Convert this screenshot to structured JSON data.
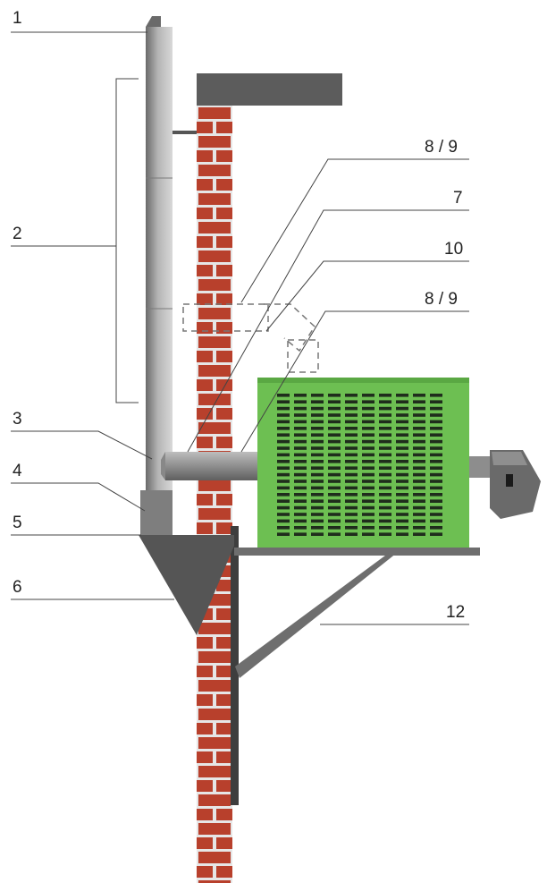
{
  "labels": {
    "l1": "1",
    "l2": "2",
    "l3": "3",
    "l4": "4",
    "l5": "5",
    "l6": "6",
    "l7": "7",
    "l8_9_top": "8 / 9",
    "l8_9_bottom": "8 / 9",
    "l10": "10",
    "l12": "12"
  },
  "colors": {
    "brick": "#b8402c",
    "mortar": "#e8e8e8",
    "pipe": "#8c8c8c",
    "pipe_dark": "#5a5a5a",
    "heater_body": "#6dbf52",
    "heater_grille": "#1f2d1c",
    "bracket": "#6e6e6e",
    "roof_cap": "#5c5c5c",
    "leader_line": "#444444"
  },
  "icons": {
    "burner": "burner-unit-icon"
  }
}
